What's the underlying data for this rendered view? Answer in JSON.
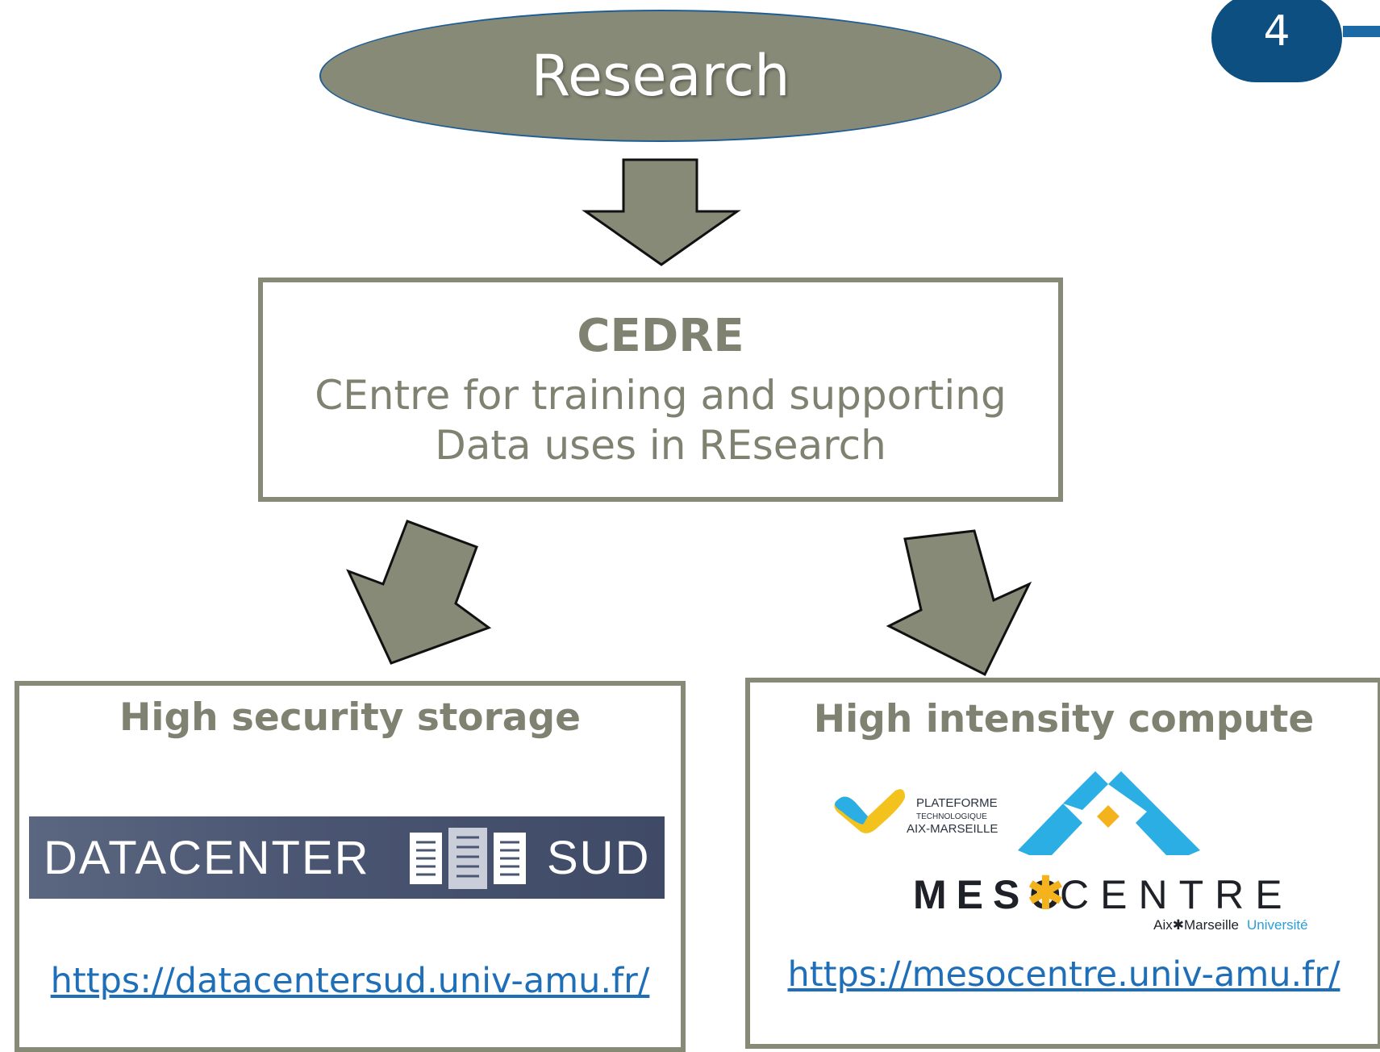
{
  "page_number": "4",
  "colors": {
    "arrow_fill": "#878a77",
    "box_border": "#878a77",
    "text_gray": "#7f8270",
    "badge_blue": "#0d4f80",
    "link_blue": "#1f6fb8",
    "meso_blue": "#2aaee3",
    "meso_yellow": "#f4b21c"
  },
  "top_node": {
    "label": "Research"
  },
  "center_node": {
    "title": "CEDRE",
    "line1": "CEntre for training and supporting",
    "line2": "Data uses in REsearch"
  },
  "left_node": {
    "title": "High security storage",
    "logo": {
      "text_left": "DATACENTER",
      "text_right": "SUD",
      "icon": "server-racks-icon"
    },
    "link": "https://datacentersud.univ-amu.fr/"
  },
  "right_node": {
    "title": "High intensity compute",
    "logo": {
      "platform_line1": "PLATEFORME",
      "platform_line2": "TECHNOLOGIQUE",
      "platform_line3": "AIX-MARSEILLE",
      "meso": "MESO",
      "star": "✱",
      "centre": "CENTRE",
      "univ_part1": "Aix✱Marseille",
      "univ_part2": "Université",
      "icon": "mountain-peaks-icon"
    },
    "link": "https://mesocentre.univ-amu.fr/"
  }
}
